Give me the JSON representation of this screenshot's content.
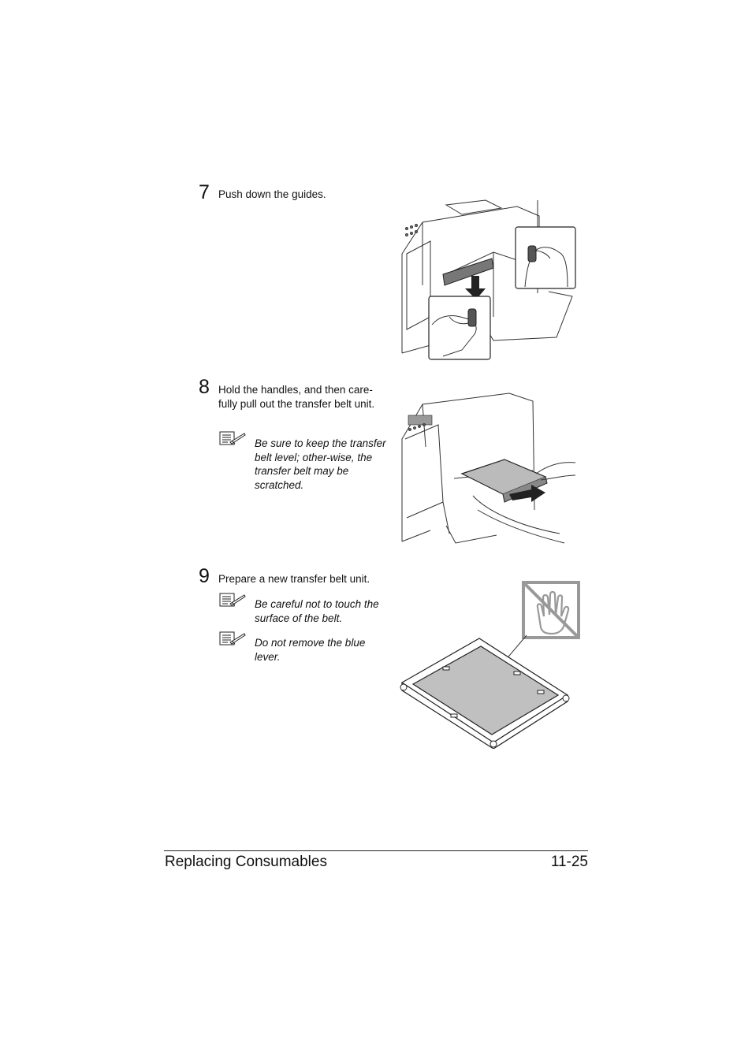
{
  "steps": [
    {
      "number": "7",
      "text": "Push down the guides.",
      "notes": []
    },
    {
      "number": "8",
      "text": "Hold the handles, and then care-fully pull out the transfer belt unit.",
      "notes": [
        "Be sure to keep the transfer belt level; other-wise, the transfer belt may be scratched."
      ]
    },
    {
      "number": "9",
      "text": "Prepare a new transfer belt unit.",
      "notes": [
        "Be careful not to touch the surface of the belt.",
        "Do not remove the blue lever."
      ]
    }
  ],
  "icons": {
    "note": "note-pencil-icon",
    "no_touch": "no-touch-hand-icon"
  },
  "footer": {
    "section_title": "Replacing Consumables",
    "page_number": "11-25"
  }
}
